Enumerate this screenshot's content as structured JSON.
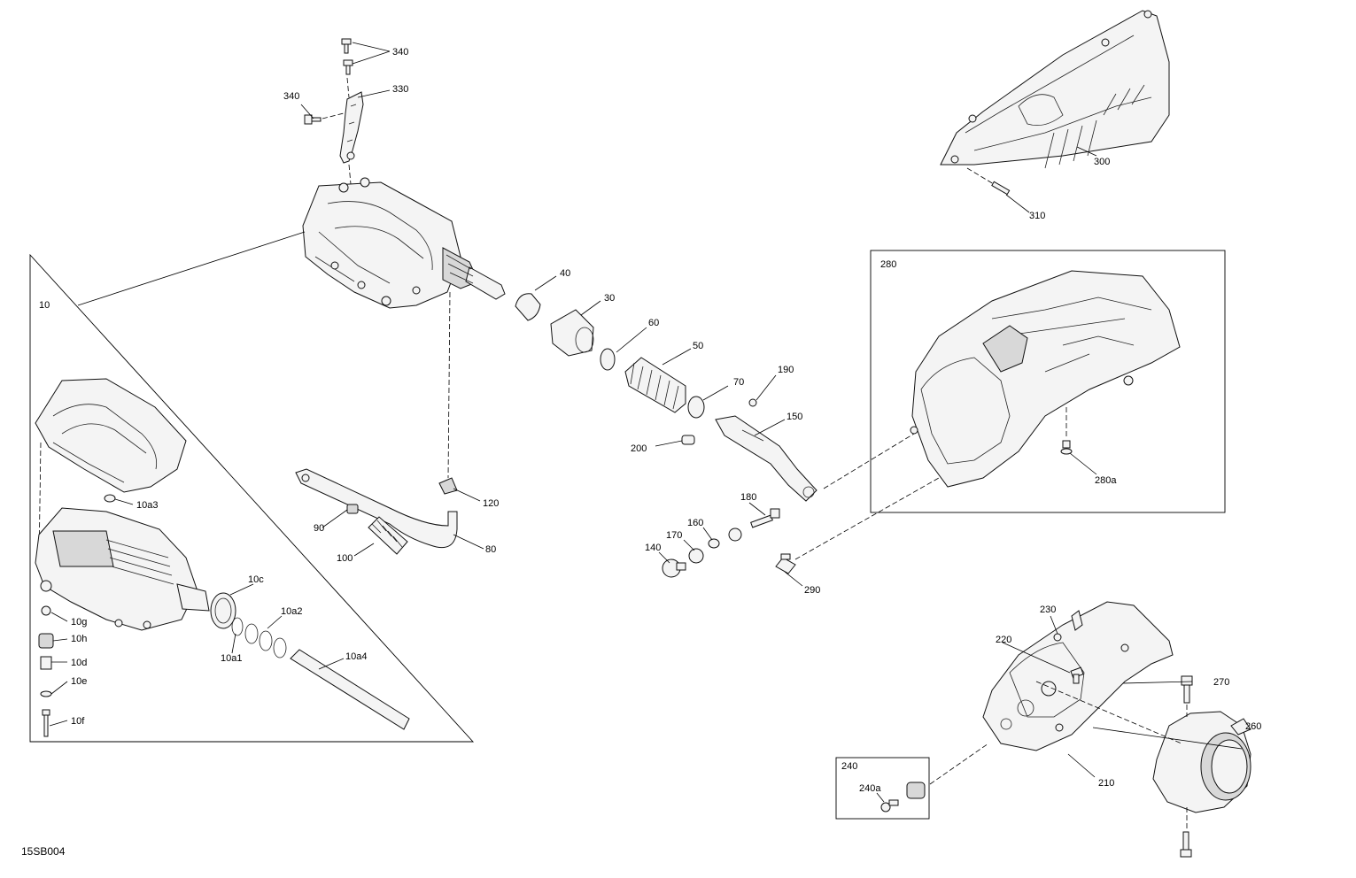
{
  "diagram_code": "15SB004",
  "labels": {
    "l340a": "340",
    "l340b": "340",
    "l330": "330",
    "l300": "300",
    "l310": "310",
    "l280": "280",
    "l280a": "280a",
    "l10": "10",
    "l40": "40",
    "l30": "30",
    "l60": "60",
    "l50": "50",
    "l70": "70",
    "l190": "190",
    "l150": "150",
    "l200": "200",
    "l120": "120",
    "l90": "90",
    "l100": "100",
    "l80": "80",
    "l180": "180",
    "l160": "160",
    "l170": "170",
    "l140": "140",
    "l290": "290",
    "l10a3": "10a3",
    "l10c": "10c",
    "l10a2": "10a2",
    "l10g": "10g",
    "l10h": "10h",
    "l10a1": "10a1",
    "l10d": "10d",
    "l10e": "10e",
    "l10a4": "10a4",
    "l10f": "10f",
    "l230": "230",
    "l220": "220",
    "l270": "270",
    "l260": "260",
    "l210": "210",
    "l240": "240",
    "l240a": "240a"
  }
}
